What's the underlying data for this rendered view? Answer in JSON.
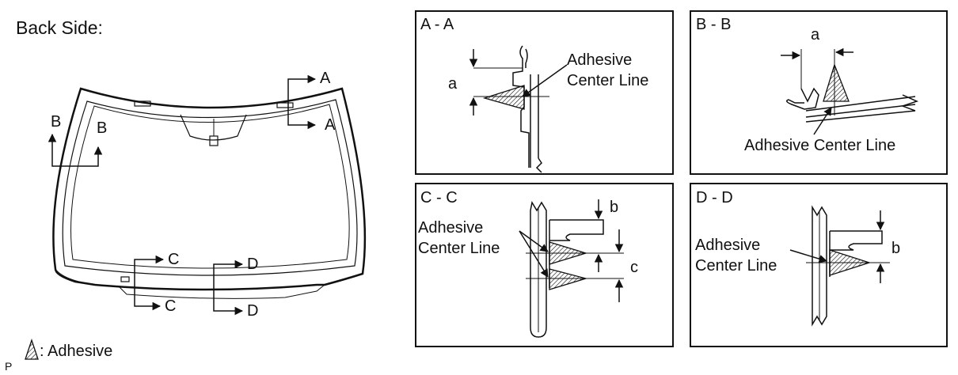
{
  "title": "Back Side:",
  "windshield": {
    "section_labels": [
      "A",
      "A",
      "B",
      "B",
      "C",
      "C",
      "D",
      "D"
    ]
  },
  "panels": {
    "aa": {
      "title": "A - A",
      "dim": "a",
      "callout": [
        "Adhesive",
        "Center Line"
      ]
    },
    "bb": {
      "title": "B - B",
      "dim": "a",
      "callout": [
        "Adhesive Center Line"
      ]
    },
    "cc": {
      "title": "C - C",
      "dims": [
        "b",
        "c"
      ],
      "callout": [
        "Adhesive",
        "Center Line"
      ]
    },
    "dd": {
      "title": "D - D",
      "dim": "b",
      "callout": [
        "Adhesive",
        "Center Line"
      ]
    }
  },
  "legend": {
    "symbol_text": ": Adhesive",
    "corner_mark": "P"
  },
  "colors": {
    "line": "#111111",
    "background": "#ffffff"
  }
}
